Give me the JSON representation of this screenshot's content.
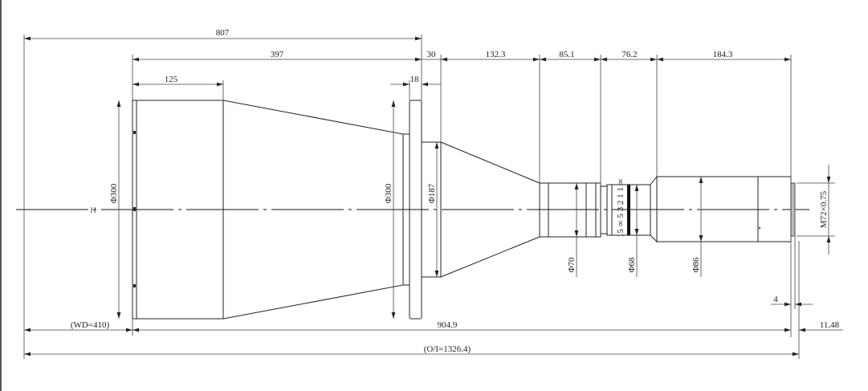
{
  "drawing": {
    "dimensions_top": {
      "overall_807": "807",
      "front_397": "397",
      "hood_125": "125",
      "flange_18": "18",
      "step_30": "30",
      "cone_132": "132.3",
      "tube_85": "85.1",
      "ring_76": "76.2",
      "rear_184": "184.3"
    },
    "diameters": {
      "front": "Φ300",
      "flange": "Φ300",
      "neck": "Φ187",
      "tube": "Φ70",
      "ring": "Φ68",
      "rear": "Φ86"
    },
    "thread": "M72×0.75",
    "dimensions_bottom": {
      "wd": "(WD=410)",
      "length": "904.9",
      "back": "11.48",
      "oi": "(O/I=1326.4)",
      "thread_len": "4"
    },
    "focus_ring_marks": "15 ∞ 5 3 2 1 1 ∞"
  }
}
